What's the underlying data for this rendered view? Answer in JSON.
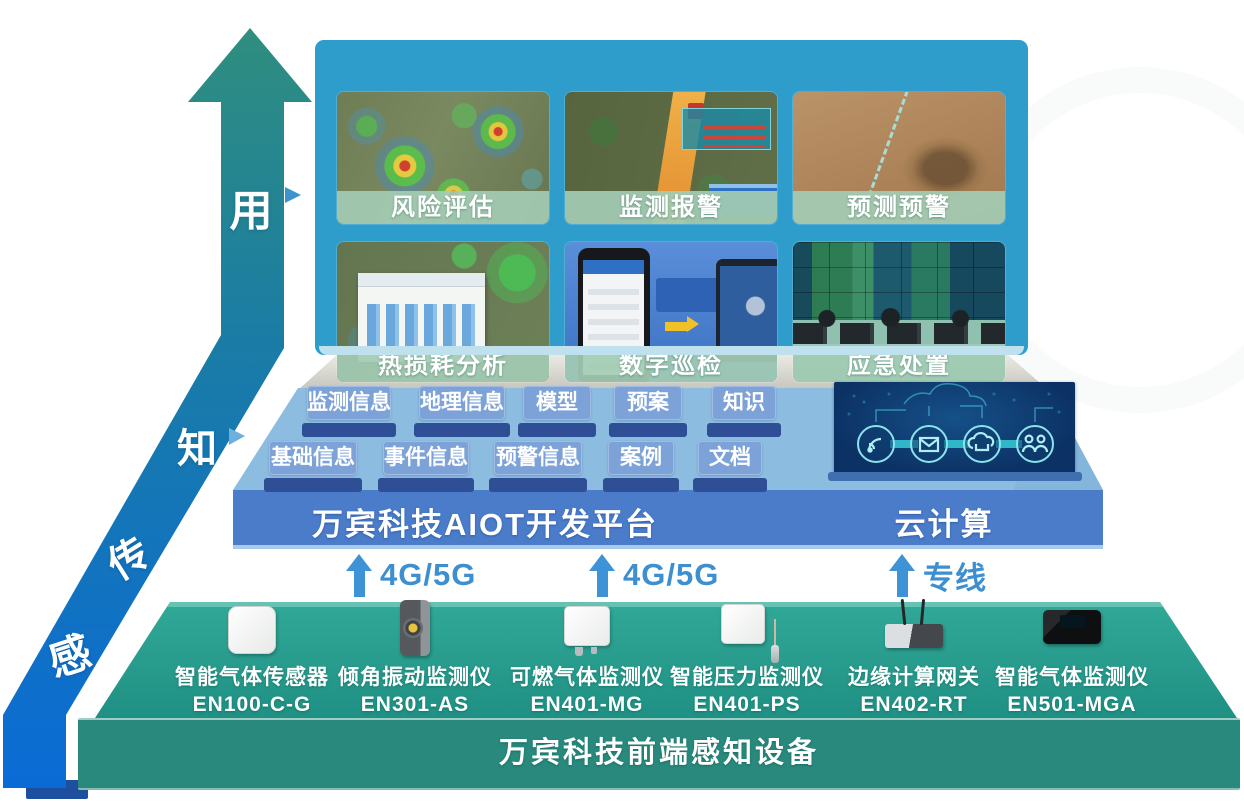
{
  "flow_arrow": {
    "labels": [
      {
        "text": "用"
      },
      {
        "text": "知"
      },
      {
        "text": "传"
      },
      {
        "text": "感"
      }
    ]
  },
  "screens": {
    "tiles": [
      {
        "label": "风险评估",
        "image": "heatmap-risk-map"
      },
      {
        "label": "监测报警",
        "image": "aerial-road-alarm"
      },
      {
        "label": "预测预警",
        "image": "desert-forecast"
      },
      {
        "label": "热损耗分析",
        "image": "map-dashboard"
      },
      {
        "label": "数字巡检",
        "image": "phone-tablet-app"
      },
      {
        "label": "应急处置",
        "image": "control-room"
      }
    ]
  },
  "platform": {
    "chips_row1": [
      {
        "label": "监测信息"
      },
      {
        "label": "地理信息"
      },
      {
        "label": "模型"
      },
      {
        "label": "预案"
      },
      {
        "label": "知识"
      }
    ],
    "chips_row2": [
      {
        "label": "基础信息"
      },
      {
        "label": "事件信息"
      },
      {
        "label": "预警信息"
      },
      {
        "label": "案例"
      },
      {
        "label": "文档"
      }
    ],
    "title": "万宾科技AIOT开发平台",
    "cloud": {
      "label": "云计算",
      "icons": [
        "rss-icon",
        "mail-icon",
        "cloud-icon",
        "team-icon"
      ]
    }
  },
  "uplinks": [
    {
      "label": "4G/5G",
      "icon": "up-arrow-icon"
    },
    {
      "label": "4G/5G",
      "icon": "up-arrow-icon"
    },
    {
      "label": "专线",
      "icon": "up-arrow-icon"
    }
  ],
  "frontend": {
    "title": "万宾科技前端感知设备",
    "devices": [
      {
        "name": "智能气体传感器",
        "model": "EN100-C-G",
        "icon": "gas-sensor-icon"
      },
      {
        "name": "倾角振动监测仪",
        "model": "EN301-AS",
        "icon": "tilt-vibration-icon"
      },
      {
        "name": "可燃气体监测仪",
        "model": "EN401-MG",
        "icon": "combustible-gas-icon"
      },
      {
        "name": "智能压力监测仪",
        "model": "EN401-PS",
        "icon": "pressure-monitor-icon"
      },
      {
        "name": "边缘计算网关",
        "model": "EN402-RT",
        "icon": "edge-gateway-icon"
      },
      {
        "name": "智能气体监测仪",
        "model": "EN501-MGA",
        "icon": "smart-gas-icon"
      }
    ]
  },
  "colors": {
    "arrow_gradient_top": "#2f8e7e",
    "arrow_gradient_bottom": "#0a6bd6",
    "panel_bg": "#2e9dcb",
    "tile_label_bg": "#a3cbb3",
    "platform_top": "#8cbce0",
    "platform_front": "#4a7cca",
    "chip_bg": "#7da2d8",
    "chip_base": "#2e4f96",
    "uplink_blue": "#3e8fd0",
    "green_top": "#2aa092",
    "green_front": "#28897c",
    "cloud_panel": "#0c3164"
  }
}
